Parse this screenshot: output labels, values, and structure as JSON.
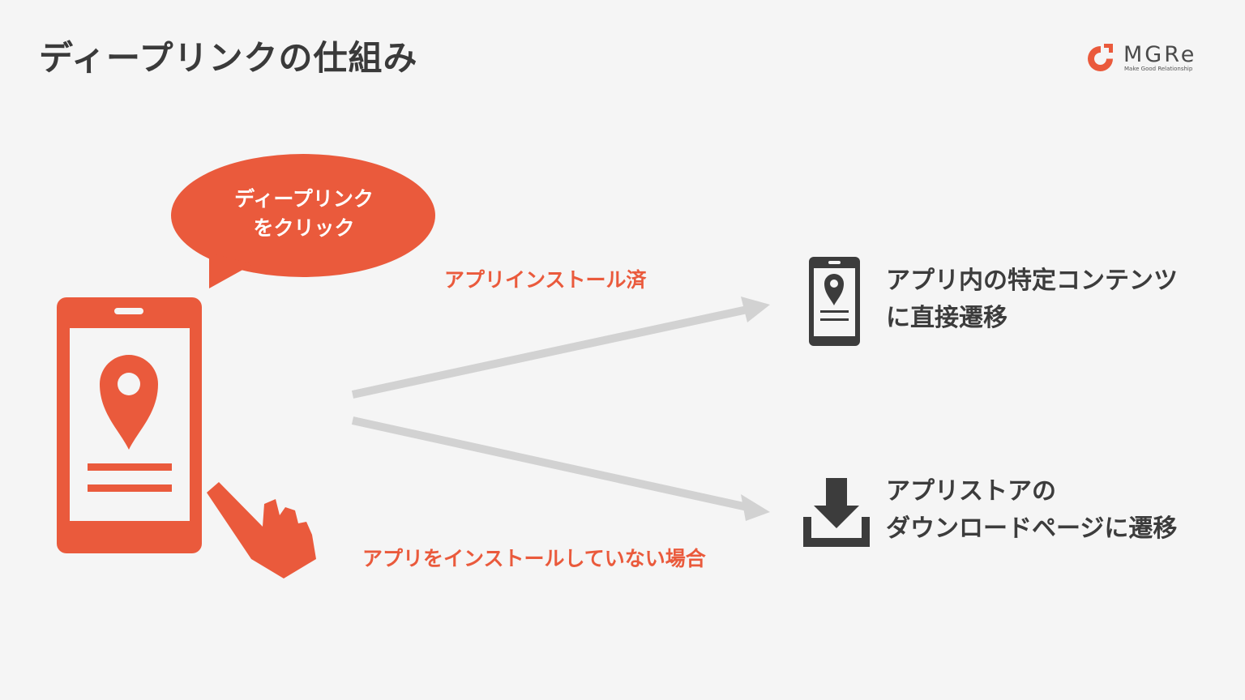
{
  "title": "ディープリンクの仕組み",
  "logo": {
    "wordmark": "MGRe",
    "tagline": "Make Good Relationship"
  },
  "bubble": {
    "line1": "ディープリンク",
    "line2": "をクリック"
  },
  "paths": {
    "installed_label": "アプリインストール済",
    "not_installed_label": "アプリをインストールしていない場合"
  },
  "results": {
    "installed": {
      "line1": "アプリ内の特定コンテンツ",
      "line2": "に直接遷移"
    },
    "not_installed": {
      "line1": "アプリストアの",
      "line2": "ダウンロードページに遷移"
    }
  },
  "colors": {
    "accent": "#ea5a3c",
    "text_dark": "#3c3c3c",
    "arrow": "#d2d2d2",
    "background": "#f5f5f5"
  },
  "icons": {
    "source_phone": "smartphone-map-pin-icon",
    "hand": "pointing-hand-icon",
    "result_phone": "smartphone-map-pin-icon",
    "download": "download-tray-icon",
    "logo_mark": "mgre-logo-icon"
  }
}
